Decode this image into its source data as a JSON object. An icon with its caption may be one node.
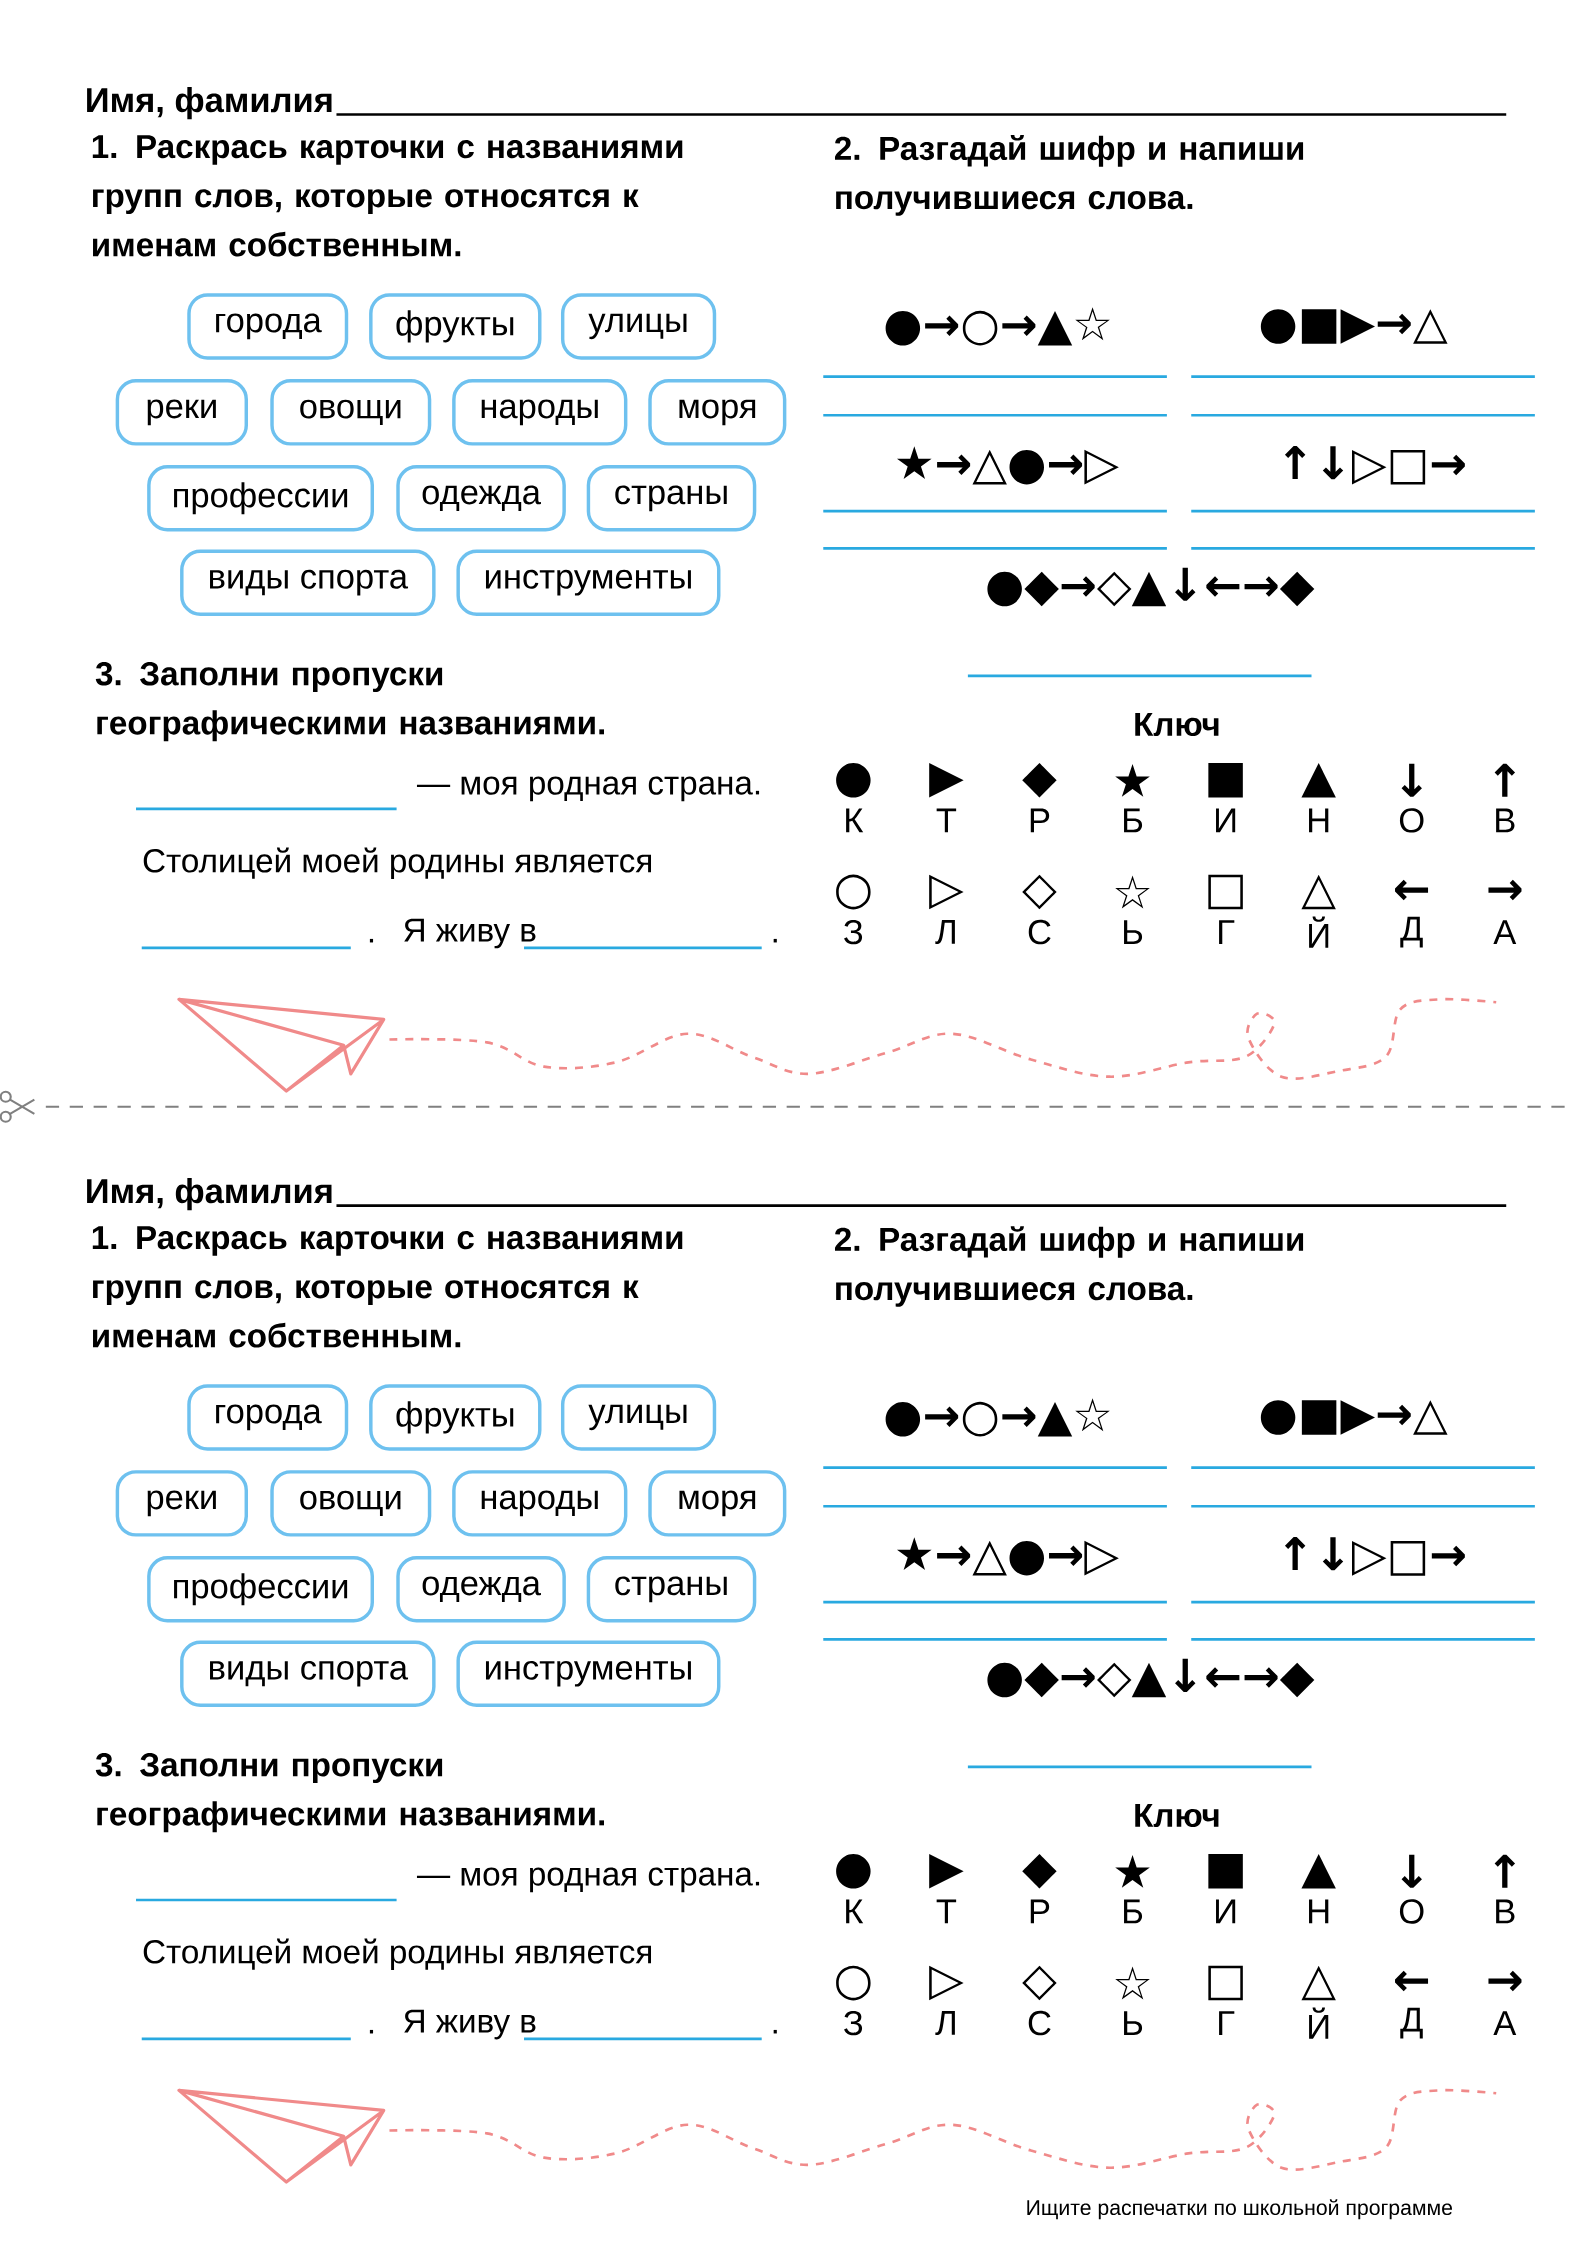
{
  "diagram": {
    "nodes": [
      {
        "text": [
          "города"
        ]
      },
      {
        "text": [
          "фрукты"
        ]
      },
      {
        "text": [
          "улицы"
        ]
      },
      {
        "text": [
          "реки"
        ]
      },
      {
        "text": [
          "овощи"
        ]
      },
      {
        "text": [
          "народы"
        ]
      },
      {
        "text": [
          "моря"
        ]
      },
      {
        "text": [
          "профессии"
        ]
      },
      {
        "text": [
          "одежда"
        ]
      },
      {
        "text": [
          "страны"
        ]
      },
      {
        "text": [
          "виды спорта"
        ]
      },
      {
        "text": [
          "инструменты"
        ]
      },
      {
        "text": [
          "города"
        ]
      },
      {
        "text": [
          "фрукты"
        ]
      },
      {
        "text": [
          "улицы"
        ]
      },
      {
        "text": [
          "реки"
        ]
      },
      {
        "text": [
          "овощи"
        ]
      },
      {
        "text": [
          "народы"
        ]
      },
      {
        "text": [
          "моря"
        ]
      },
      {
        "text": [
          "профессии"
        ]
      },
      {
        "text": [
          "одежда"
        ]
      },
      {
        "text": [
          "страны"
        ]
      },
      {
        "text": [
          "виды спорта"
        ]
      },
      {
        "text": [
          "инструменты"
        ]
      }
    ],
    "labels": [
      "Имя, фамилия",
      "1. Раскрась карточки с названиями групп слов, которые относятся к именам собственным.",
      "2. Разгадай шифр и напиши получившиеся слова.",
      "●→○→▲☆",
      "●■▶→△",
      "★→△●→▷",
      "↑↓▷□→",
      "●◆→◇▲↓←→◆",
      "3. Заполни пропуски географическими названиями.",
      "— моя родная страна.",
      "Столицей моей родины является",
      ".",
      "Я живу в",
      ".",
      "Ключ",
      "●",
      "▶",
      "◆",
      "★",
      "■",
      "▲",
      "↓",
      "↑",
      "К",
      "Т",
      "Р",
      "Б",
      "И",
      "Н",
      "О",
      "В",
      "○",
      "▷",
      "◇",
      "☆",
      "□",
      "△",
      "←",
      "→",
      "З",
      "Л",
      "С",
      "Ь",
      "Г",
      "Й",
      "Д",
      "А",
      "Имя, фамилия",
      "1. Раскрась карточки с названиями групп слов, которые относятся к именам собственным.",
      "2. Разгадай шифр и напиши получившиеся слова.",
      "●→○→▲☆",
      "●■▶→△",
      "★→△●→▷",
      "↑↓▷□→",
      "●◆→◇▲↓←→◆",
      "3. Заполни пропуски географическими названиями.",
      "— моя родная страна.",
      "Столицей моей родины является",
      ".",
      "Я живу в",
      ".",
      "Ключ",
      "●",
      "▶",
      "◆",
      "★",
      "■",
      "▲",
      "↓",
      "↑",
      "К",
      "Т",
      "Р",
      "Б",
      "И",
      "Н",
      "О",
      "В",
      "○",
      "▷",
      "◇",
      "☆",
      "□",
      "△",
      "←",
      "→",
      "З",
      "Л",
      "С",
      "Ь",
      "Г",
      "Й",
      "Д",
      "А",
      "Ищите распечатки по школьной программе"
    ]
  }
}
